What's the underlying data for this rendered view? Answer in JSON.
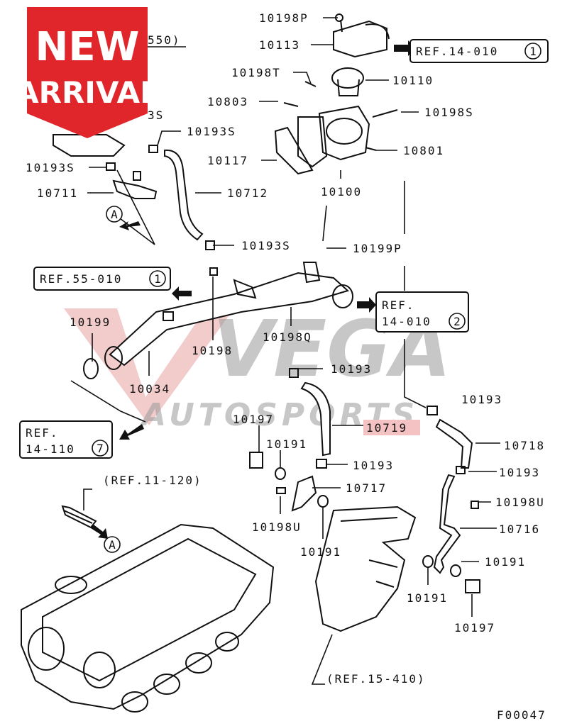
{
  "badge": {
    "line1": "NEW",
    "line2": "ARRIVAL",
    "color": "#e0262a"
  },
  "watermark": {
    "line1": "VEGA",
    "line2": "AUTOSPORTS"
  },
  "labels": {
    "p10198P": "10198P",
    "p10113": "10113",
    "p10198T": "10198T",
    "p10110": "10110",
    "p10803": "10803",
    "p10198S": "10198S",
    "p10193S_a": "10193S",
    "p10193S_top": "3S",
    "p550": "550)",
    "p10117": "10117",
    "p10801": "10801",
    "p10193S_b": "10193S",
    "p10711": "10711",
    "p10712": "10712",
    "p10100": "10100",
    "p10193S_c": "10193S",
    "p10199P": "10199P",
    "p10199": "10199",
    "p10198": "10198",
    "p10198Q": "10198Q",
    "p10193_a": "10193",
    "p10034": "10034",
    "p10193_b": "10193",
    "p10197_a": "10197",
    "p10719": "10719",
    "p10718": "10718",
    "p10191_a": "10191",
    "p10193_c": "10193",
    "p10193_d": "10193",
    "p10717": "10717",
    "p10198U_a": "10198U",
    "p10198U_b": "10198U",
    "p10716": "10716",
    "p10191_b": "10191",
    "p10191_c": "10191",
    "p10191_d": "10191",
    "p10197_b": "10197",
    "footer": "F00047"
  },
  "refs": {
    "r14_010_1": {
      "text": "REF.14-010",
      "num": "1"
    },
    "r55_010_1": {
      "text": "REF.55-010",
      "num": "1"
    },
    "r14_010_2_a": "REF.",
    "r14_010_2_b": {
      "text": "14-010",
      "num": "2"
    },
    "r14_110_7_a": "REF.",
    "r14_110_7_b": {
      "text": "14-110",
      "num": "7"
    },
    "r11_120": "(REF.11-120)",
    "r15_410": "(REF.15-410)"
  },
  "markers": {
    "a_top": "A",
    "a_bottom": "A"
  },
  "highlight": {
    "color": "#f4c2c2"
  }
}
